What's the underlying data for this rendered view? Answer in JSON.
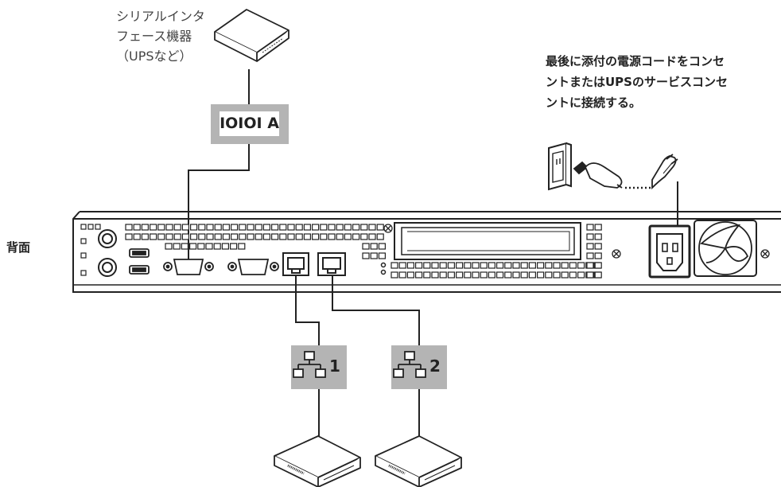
{
  "serial_device_label": [
    "シリアルインタ",
    "フェース機器",
    "（UPSなど）"
  ],
  "serial_port_tag": "IOIOI A",
  "power_note": [
    "最後に添付の電源コードをコンセ",
    "ントまたはUPSのサービスコンセ",
    "ントに接続する。"
  ],
  "side_label": "背面",
  "lan_ports": [
    {
      "number": "1",
      "icon": "network-icon"
    },
    {
      "number": "2",
      "icon": "network-icon"
    }
  ]
}
